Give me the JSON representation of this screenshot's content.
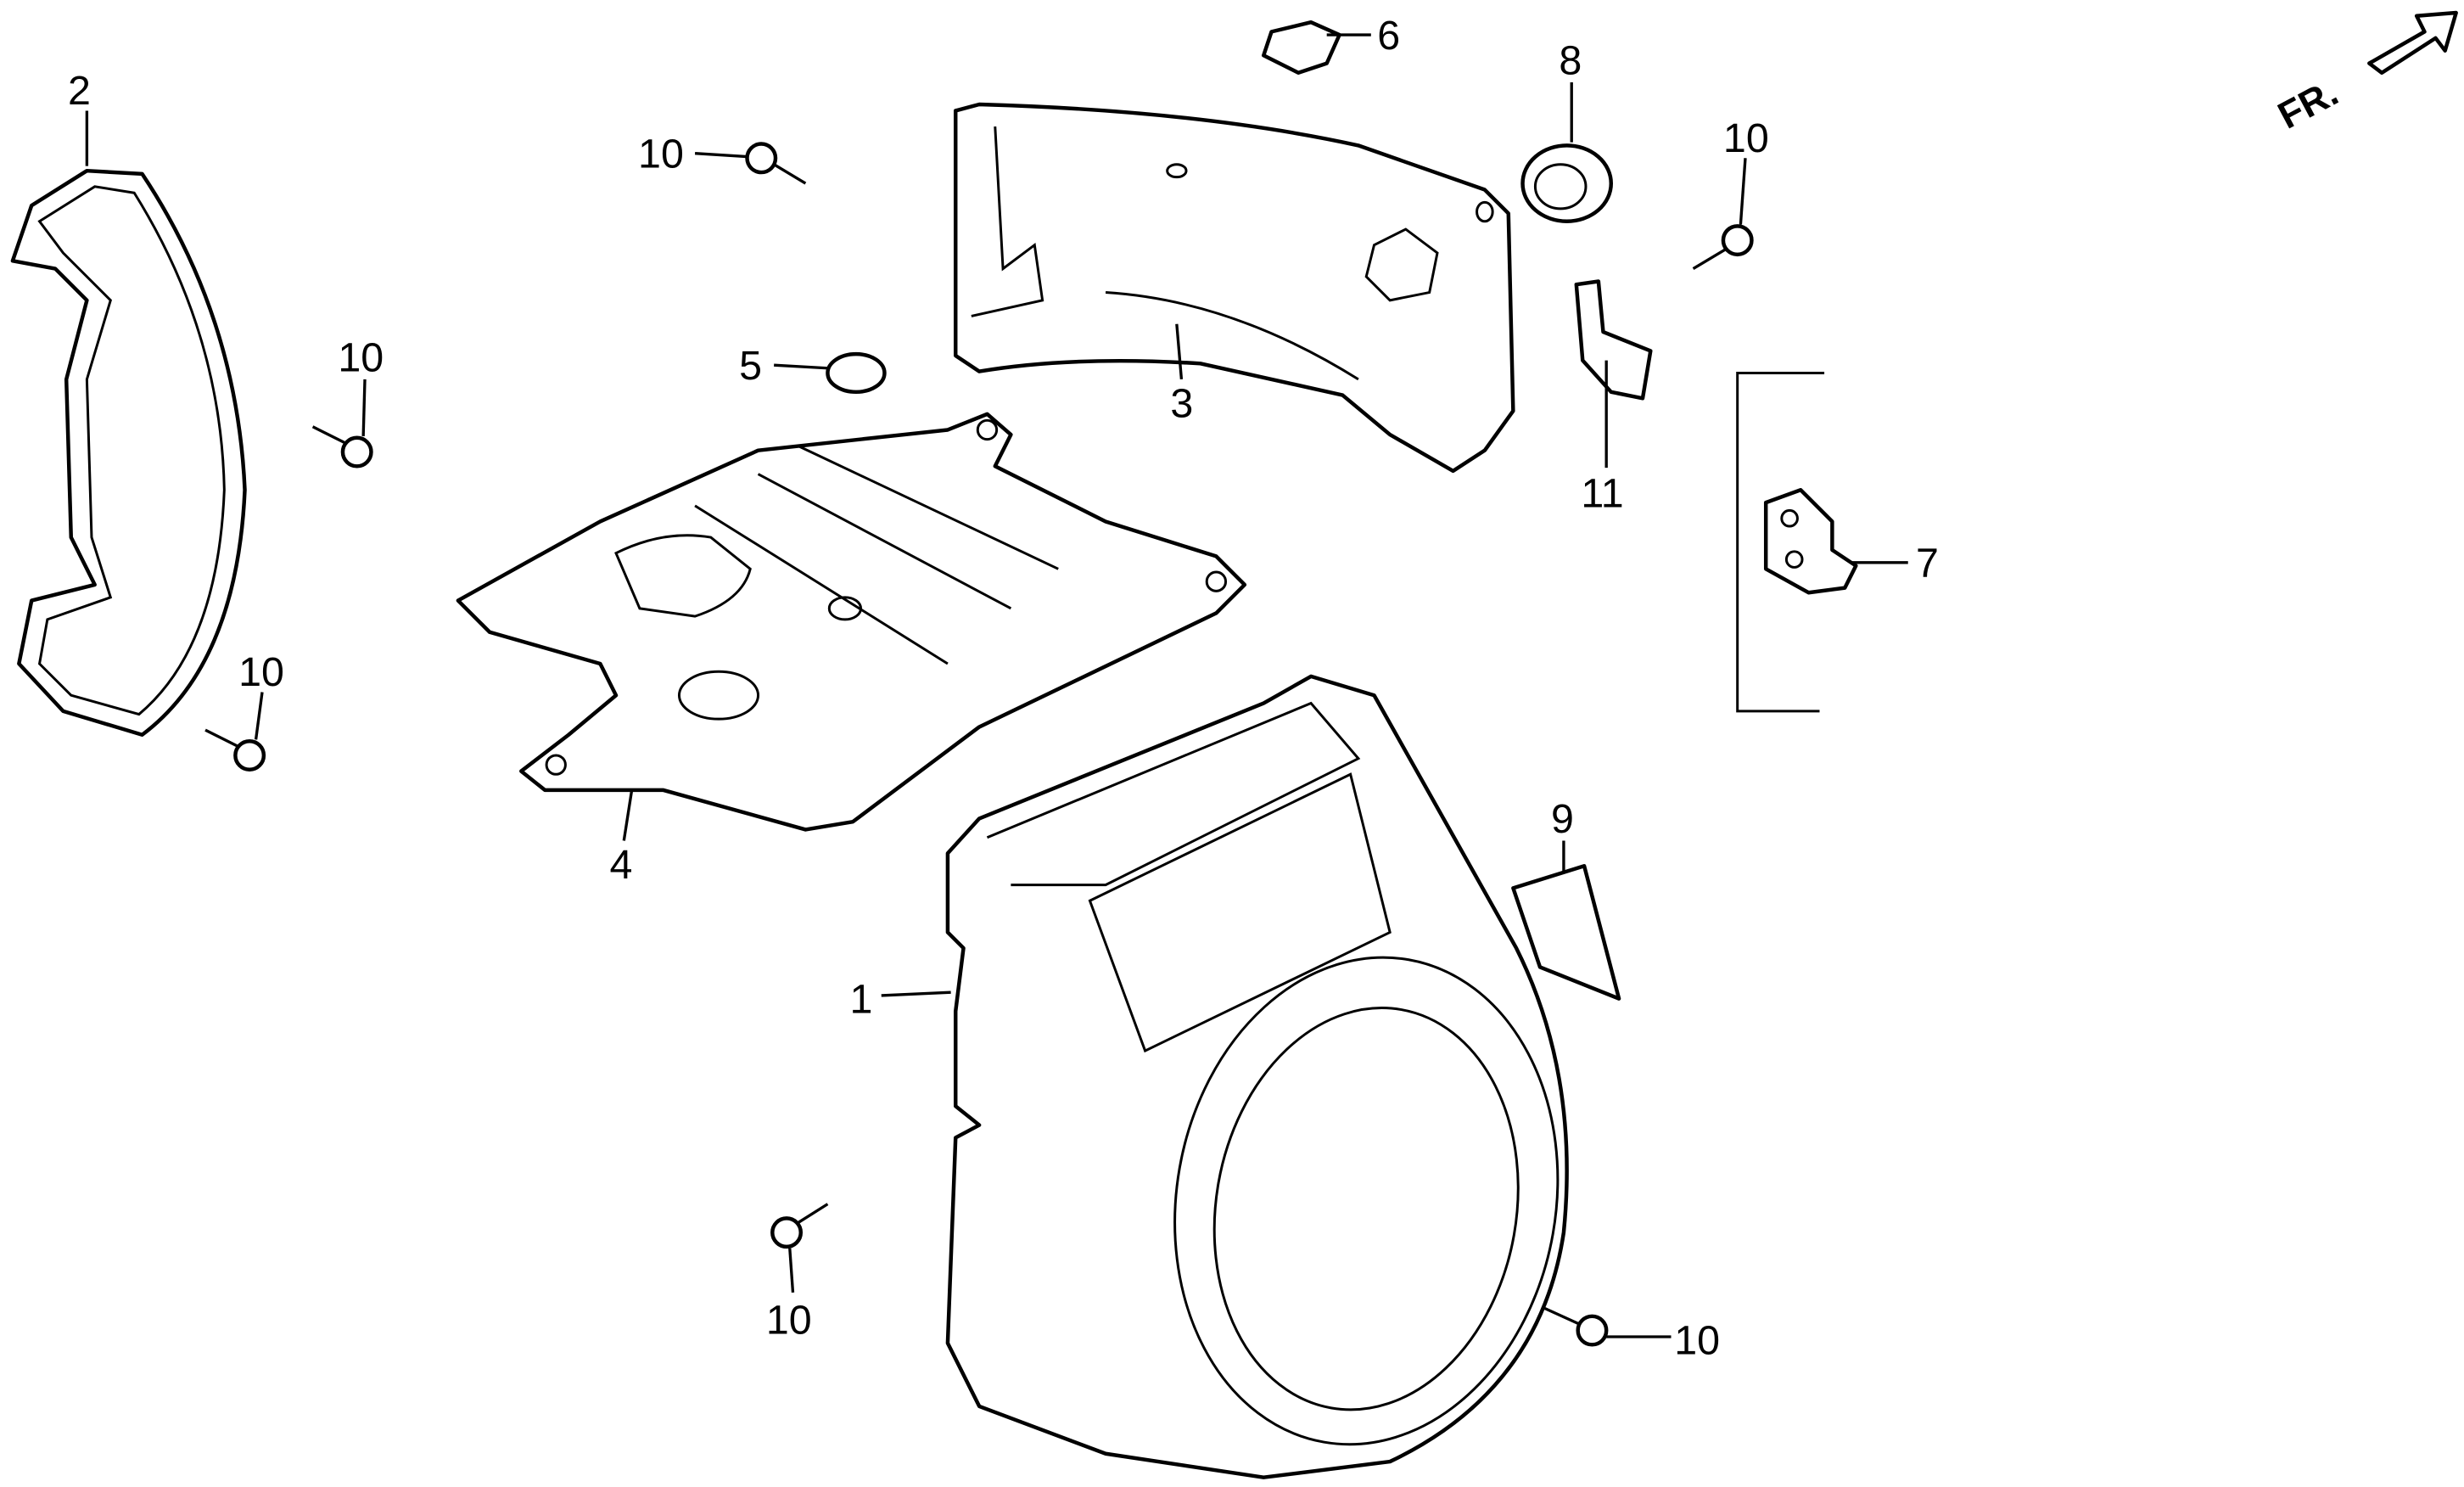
{
  "diagram": {
    "direction_label": "FR.",
    "callouts": [
      {
        "id": "c2",
        "label": "2"
      },
      {
        "id": "c10a",
        "label": "10"
      },
      {
        "id": "c6",
        "label": "6"
      },
      {
        "id": "c8",
        "label": "8"
      },
      {
        "id": "c10b",
        "label": "10"
      },
      {
        "id": "c10c",
        "label": "10"
      },
      {
        "id": "c5",
        "label": "5"
      },
      {
        "id": "c3",
        "label": "3"
      },
      {
        "id": "c11",
        "label": "11"
      },
      {
        "id": "c7",
        "label": "7"
      },
      {
        "id": "c10d",
        "label": "10"
      },
      {
        "id": "c4",
        "label": "4"
      },
      {
        "id": "c9",
        "label": "9"
      },
      {
        "id": "c1",
        "label": "1"
      },
      {
        "id": "c10e",
        "label": "10"
      },
      {
        "id": "c10f",
        "label": "10"
      }
    ]
  }
}
